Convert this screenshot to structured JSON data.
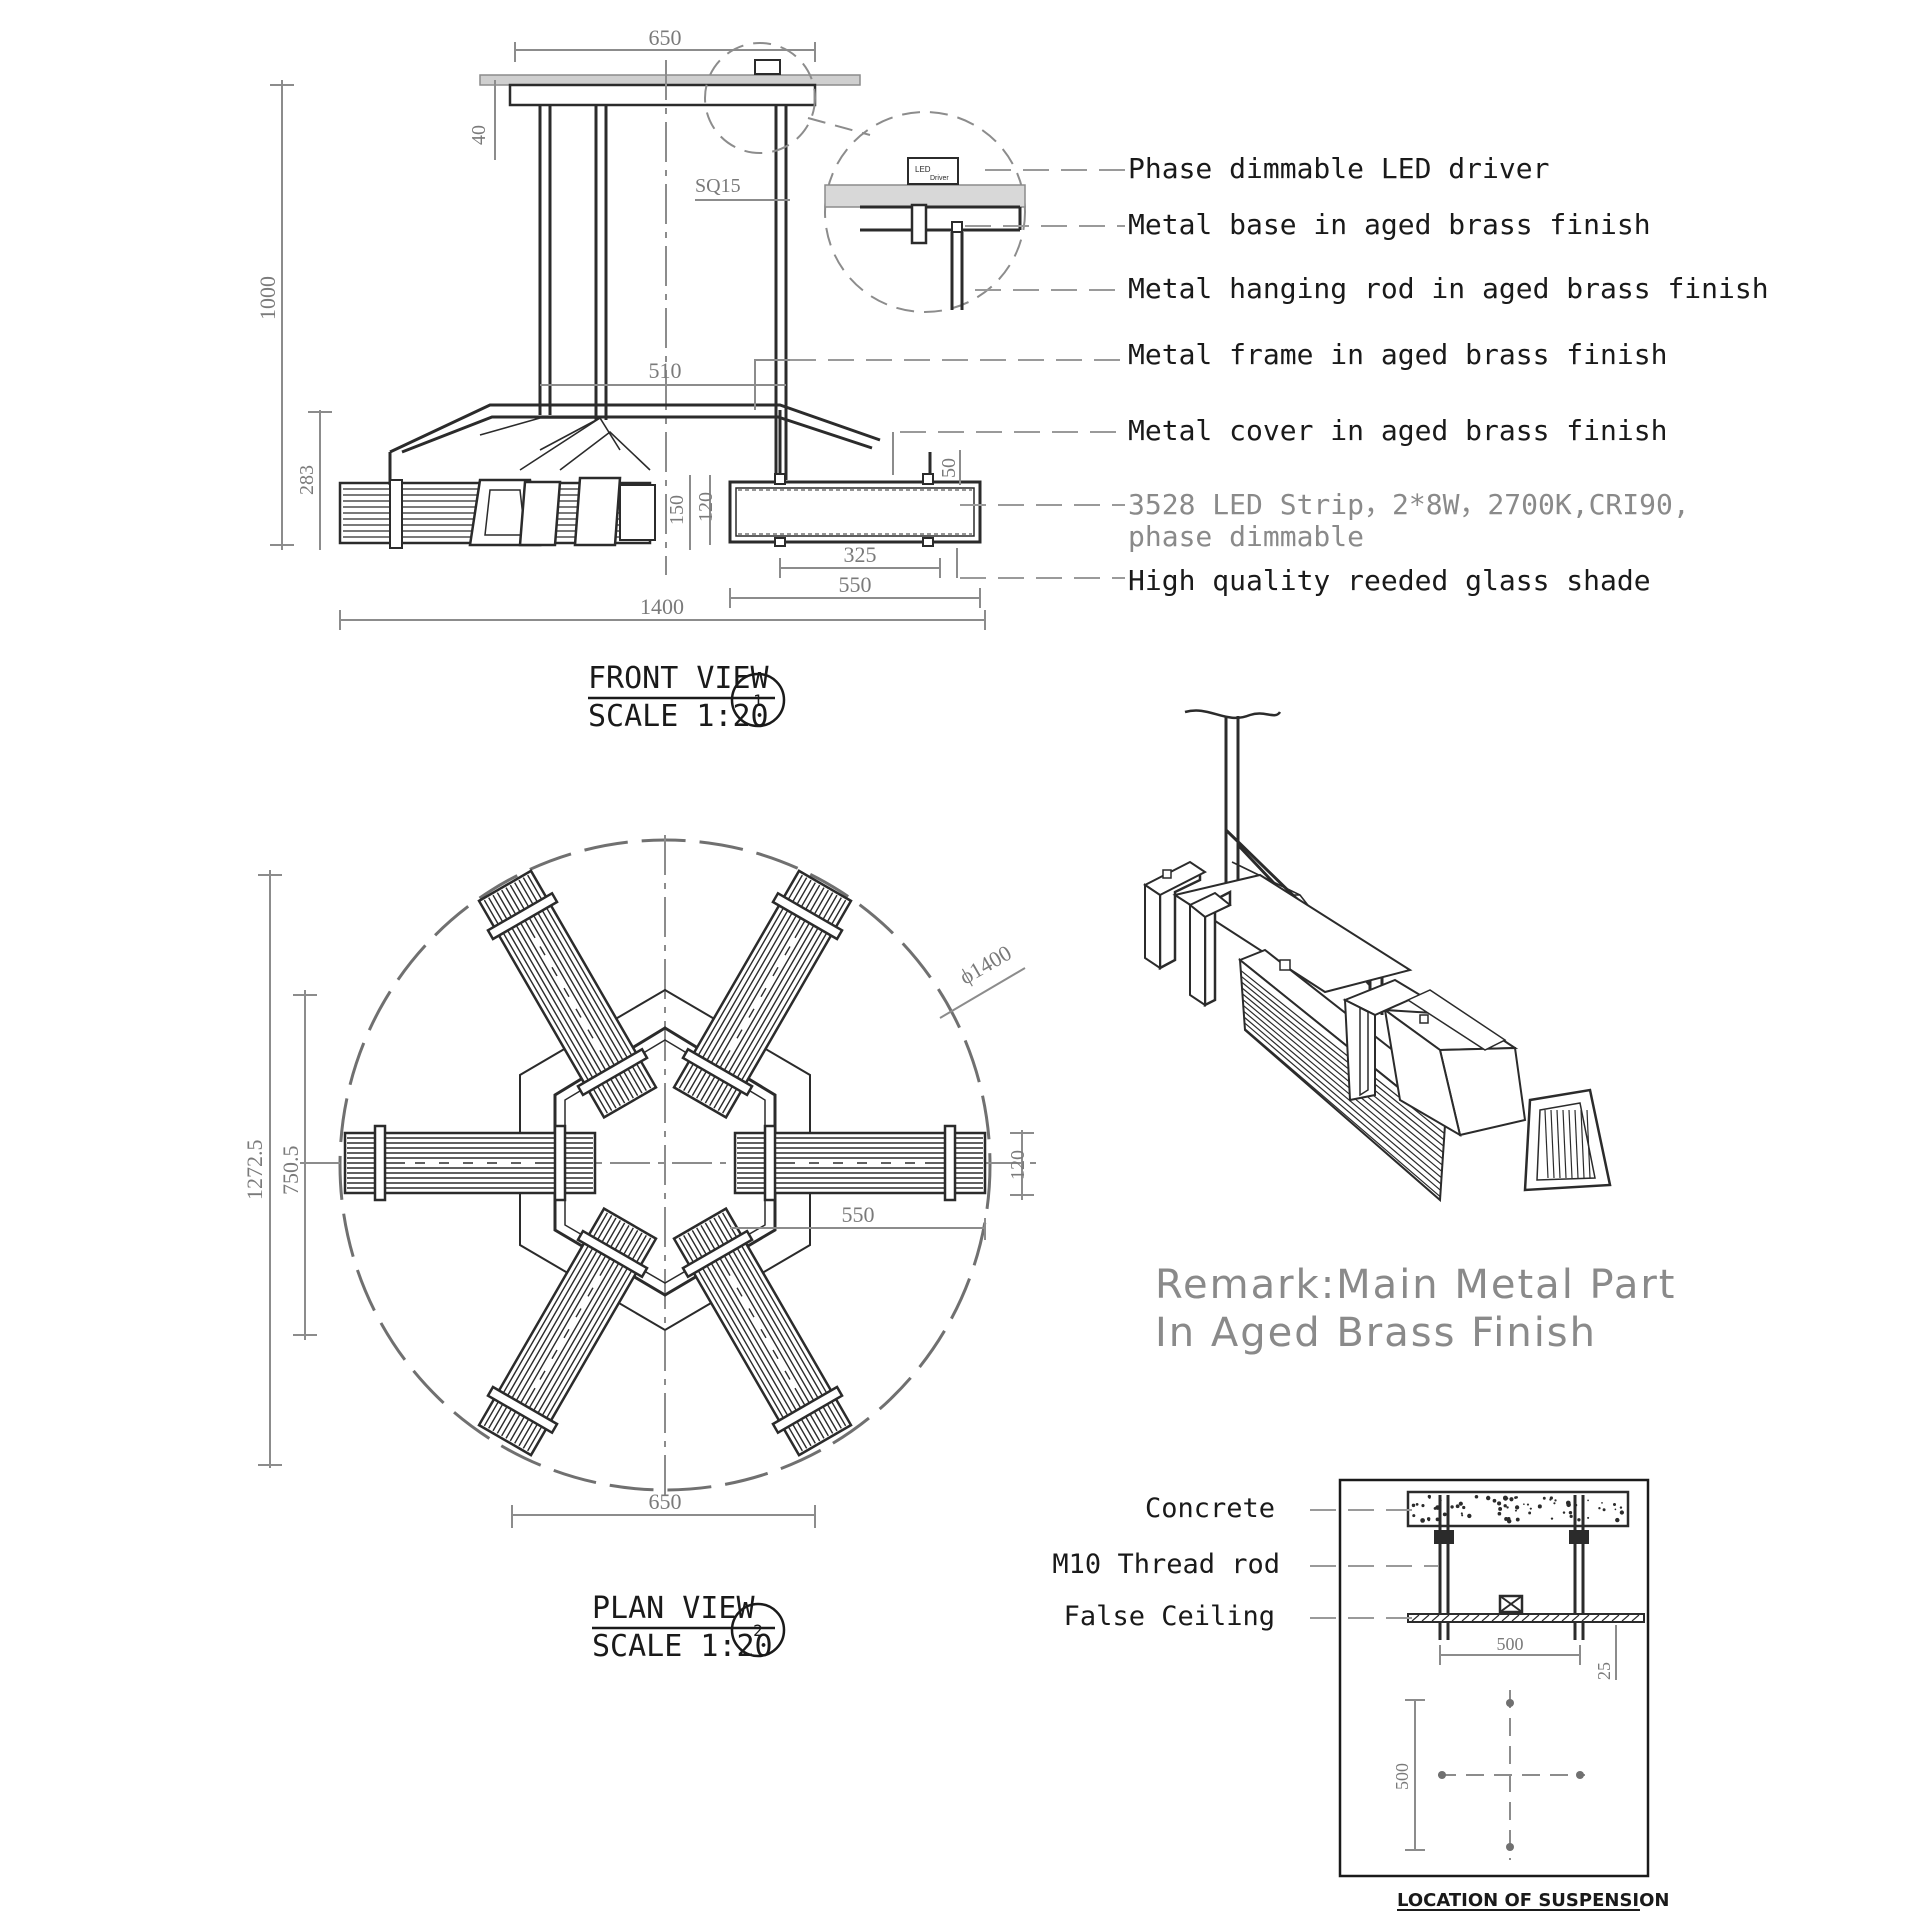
{
  "front_view": {
    "title": "FRONT VIEW",
    "scale": "SCALE 1:20",
    "number": "1",
    "dims": {
      "top_width": "650",
      "base_thickness": "40",
      "rod_section": "SQ15",
      "height": "1000",
      "frame_width": "510",
      "body_height": "283",
      "shade_height": "150",
      "glass_height": "120",
      "cover_height": "50",
      "inner_length": "325",
      "shade_length": "550",
      "overall_width": "1400"
    },
    "callouts": [
      "Phase dimmable LED driver",
      "Metal base in aged brass finish",
      "Metal hanging rod in aged brass finish",
      "Metal frame in aged brass finish",
      "Metal cover in aged brass finish",
      "3528 LED Strip，2*8W，2700K,CRI90,",
      "phase dimmable",
      "High quality reeded glass shade"
    ],
    "detail_driver_text": [
      "LED",
      "Driver"
    ]
  },
  "plan_view": {
    "title": "PLAN VIEW",
    "scale": "SCALE 1:20",
    "number": "2",
    "dims": {
      "diameter": "ϕ1400",
      "overall_height": "1272.5",
      "inner_height": "750.5",
      "arm_width": "120",
      "arm_length": "550",
      "bottom_width": "650"
    }
  },
  "remark": {
    "line1": "Remark:Main Metal Part",
    "line2": "In Aged Brass Finish"
  },
  "suspension": {
    "labels": [
      "Concrete",
      "M10 Thread rod",
      "False Ceiling"
    ],
    "dim_width": "500",
    "dim_depth": "25",
    "dim_grid": "500",
    "title": "LOCATION OF SUSPENSION"
  }
}
